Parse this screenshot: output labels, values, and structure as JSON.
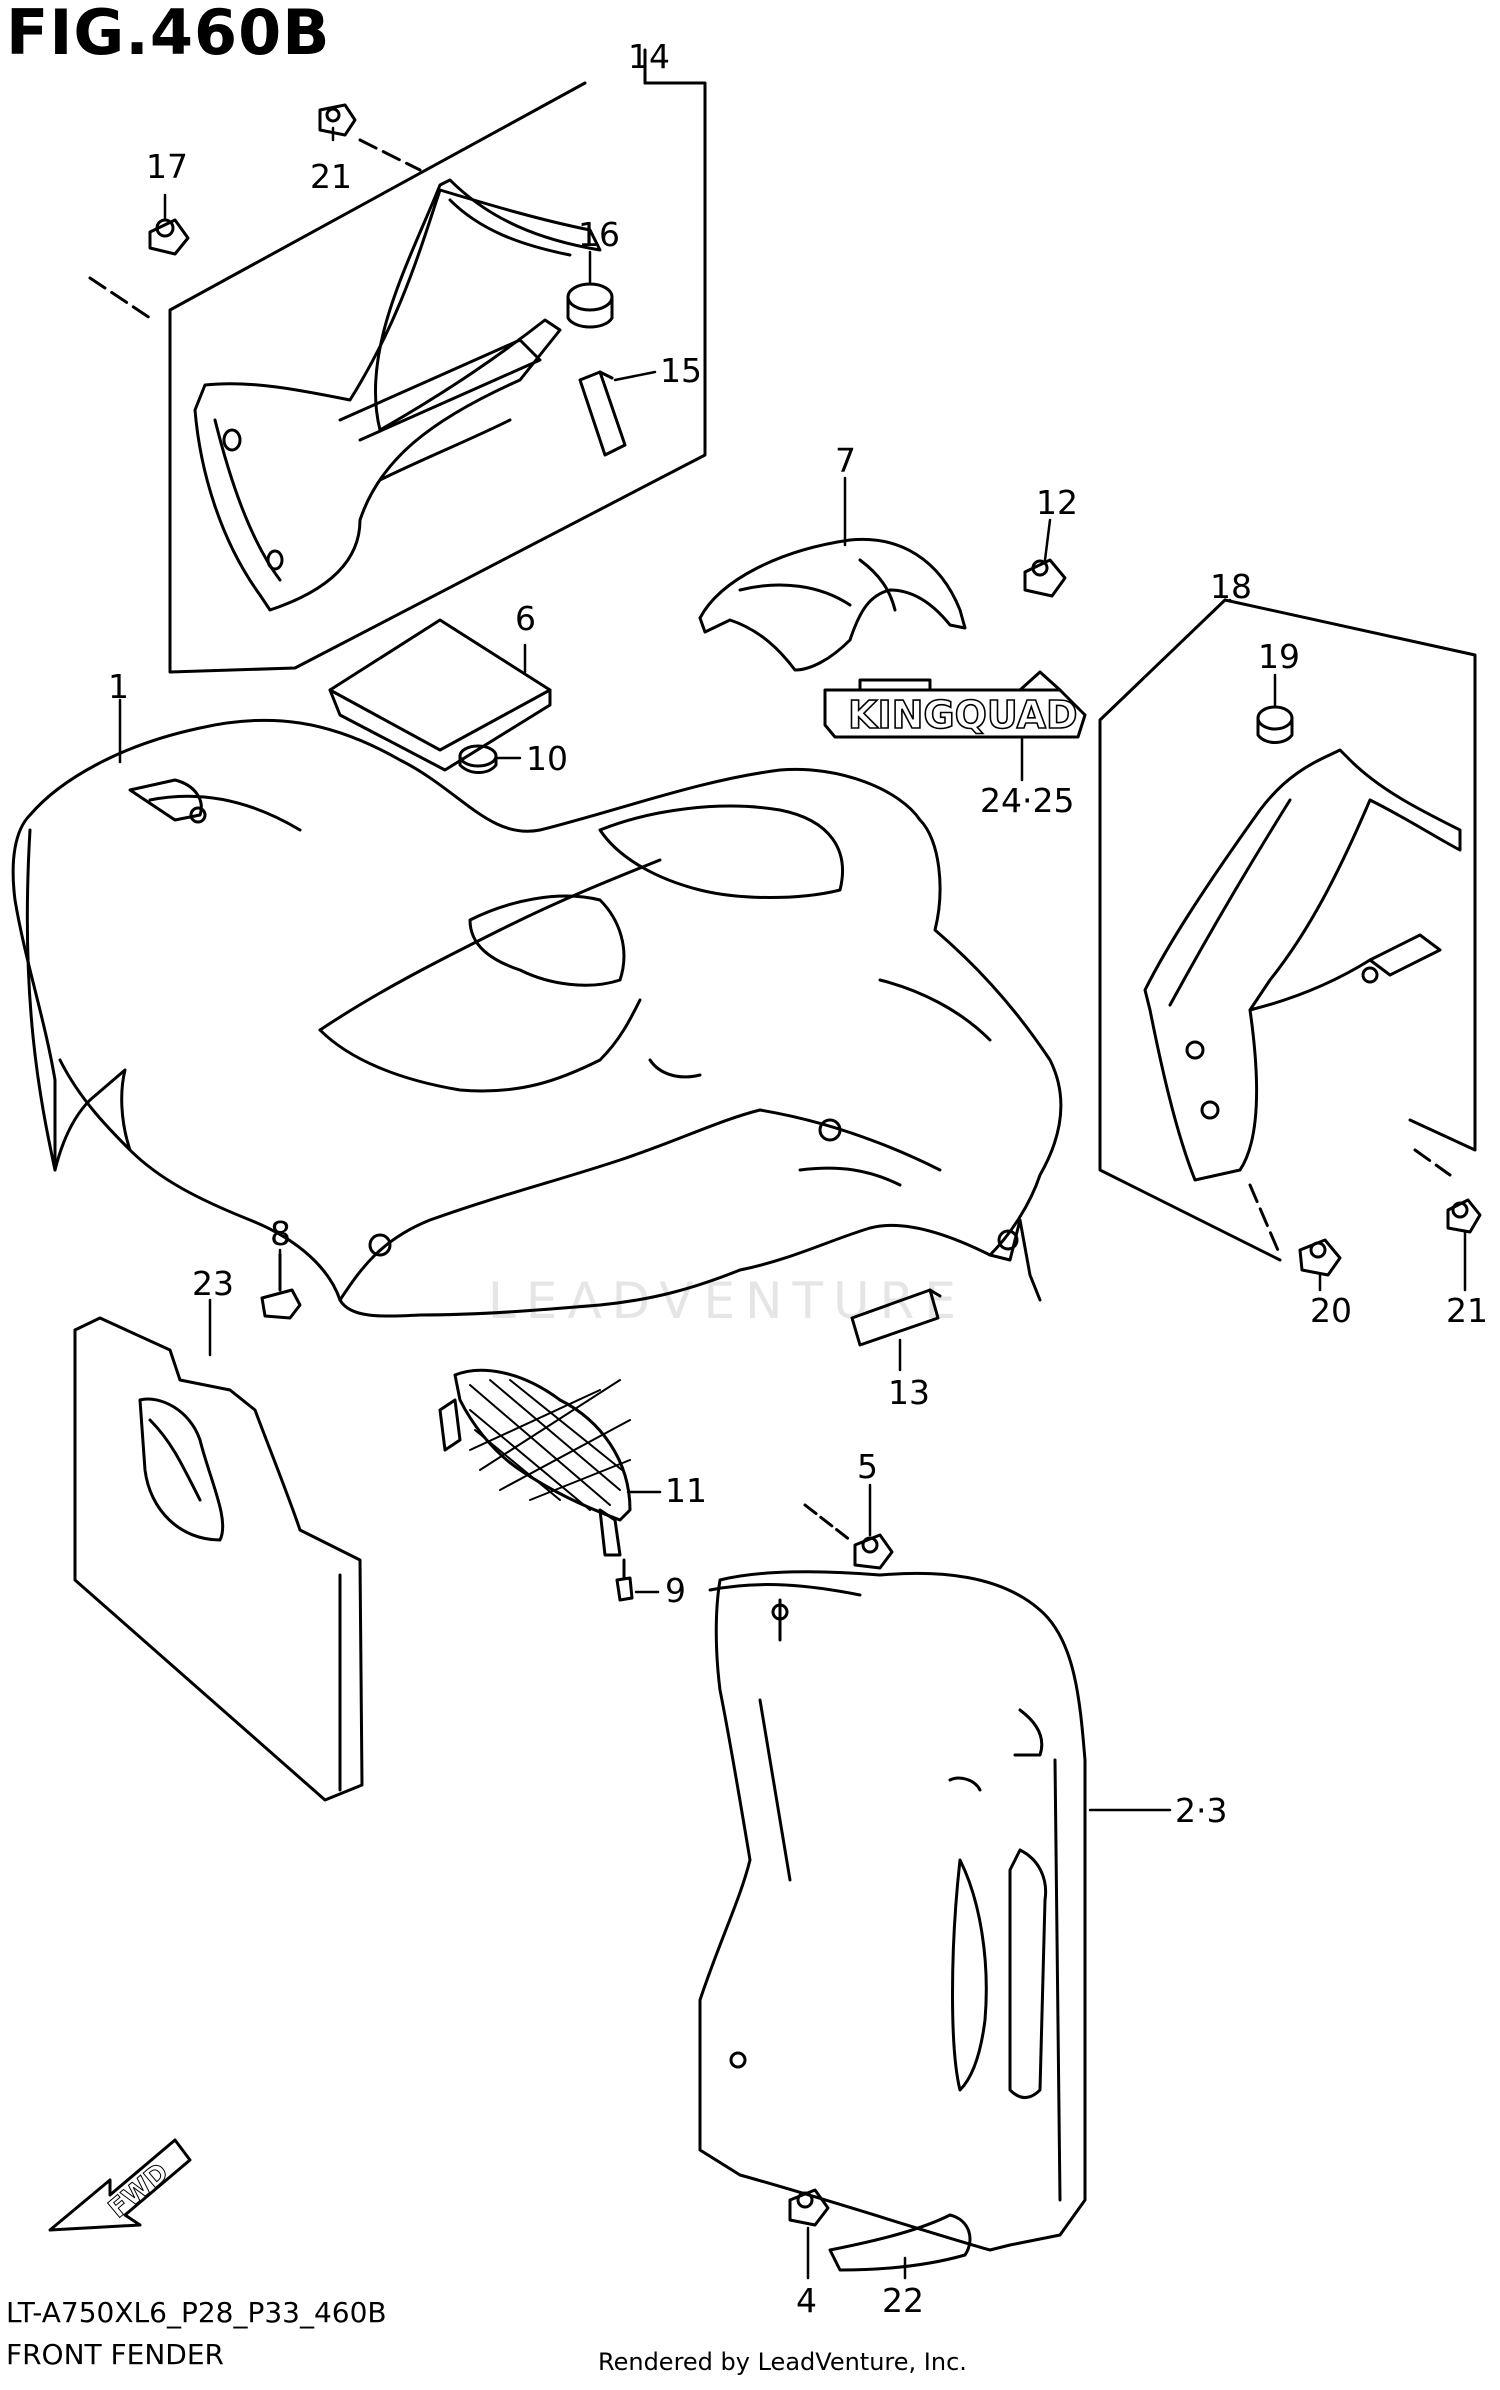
{
  "figure": {
    "title": "FIG.460B",
    "model_code": "LT-A750XL6_P28_P33_460B",
    "section_name": "FRONT FENDER",
    "render_credit": "Rendered by LeadVenture, Inc.",
    "watermark": "LEADVENTURE",
    "decal_text": "KINGQUAD",
    "fwd_label": "FWD"
  },
  "callouts": {
    "c14": "14",
    "c21a": "21",
    "c17": "17",
    "c16": "16",
    "c15": "15",
    "c7": "7",
    "c12": "12",
    "c18": "18",
    "c19": "19",
    "c6": "6",
    "c1": "1",
    "c10": "10",
    "c2425": "24·25",
    "c8": "8",
    "c23": "23",
    "c20": "20",
    "c21b": "21",
    "c13": "13",
    "c11": "11",
    "c5": "5",
    "c9": "9",
    "c23b": "2·3",
    "c4": "4",
    "c22": "22"
  }
}
